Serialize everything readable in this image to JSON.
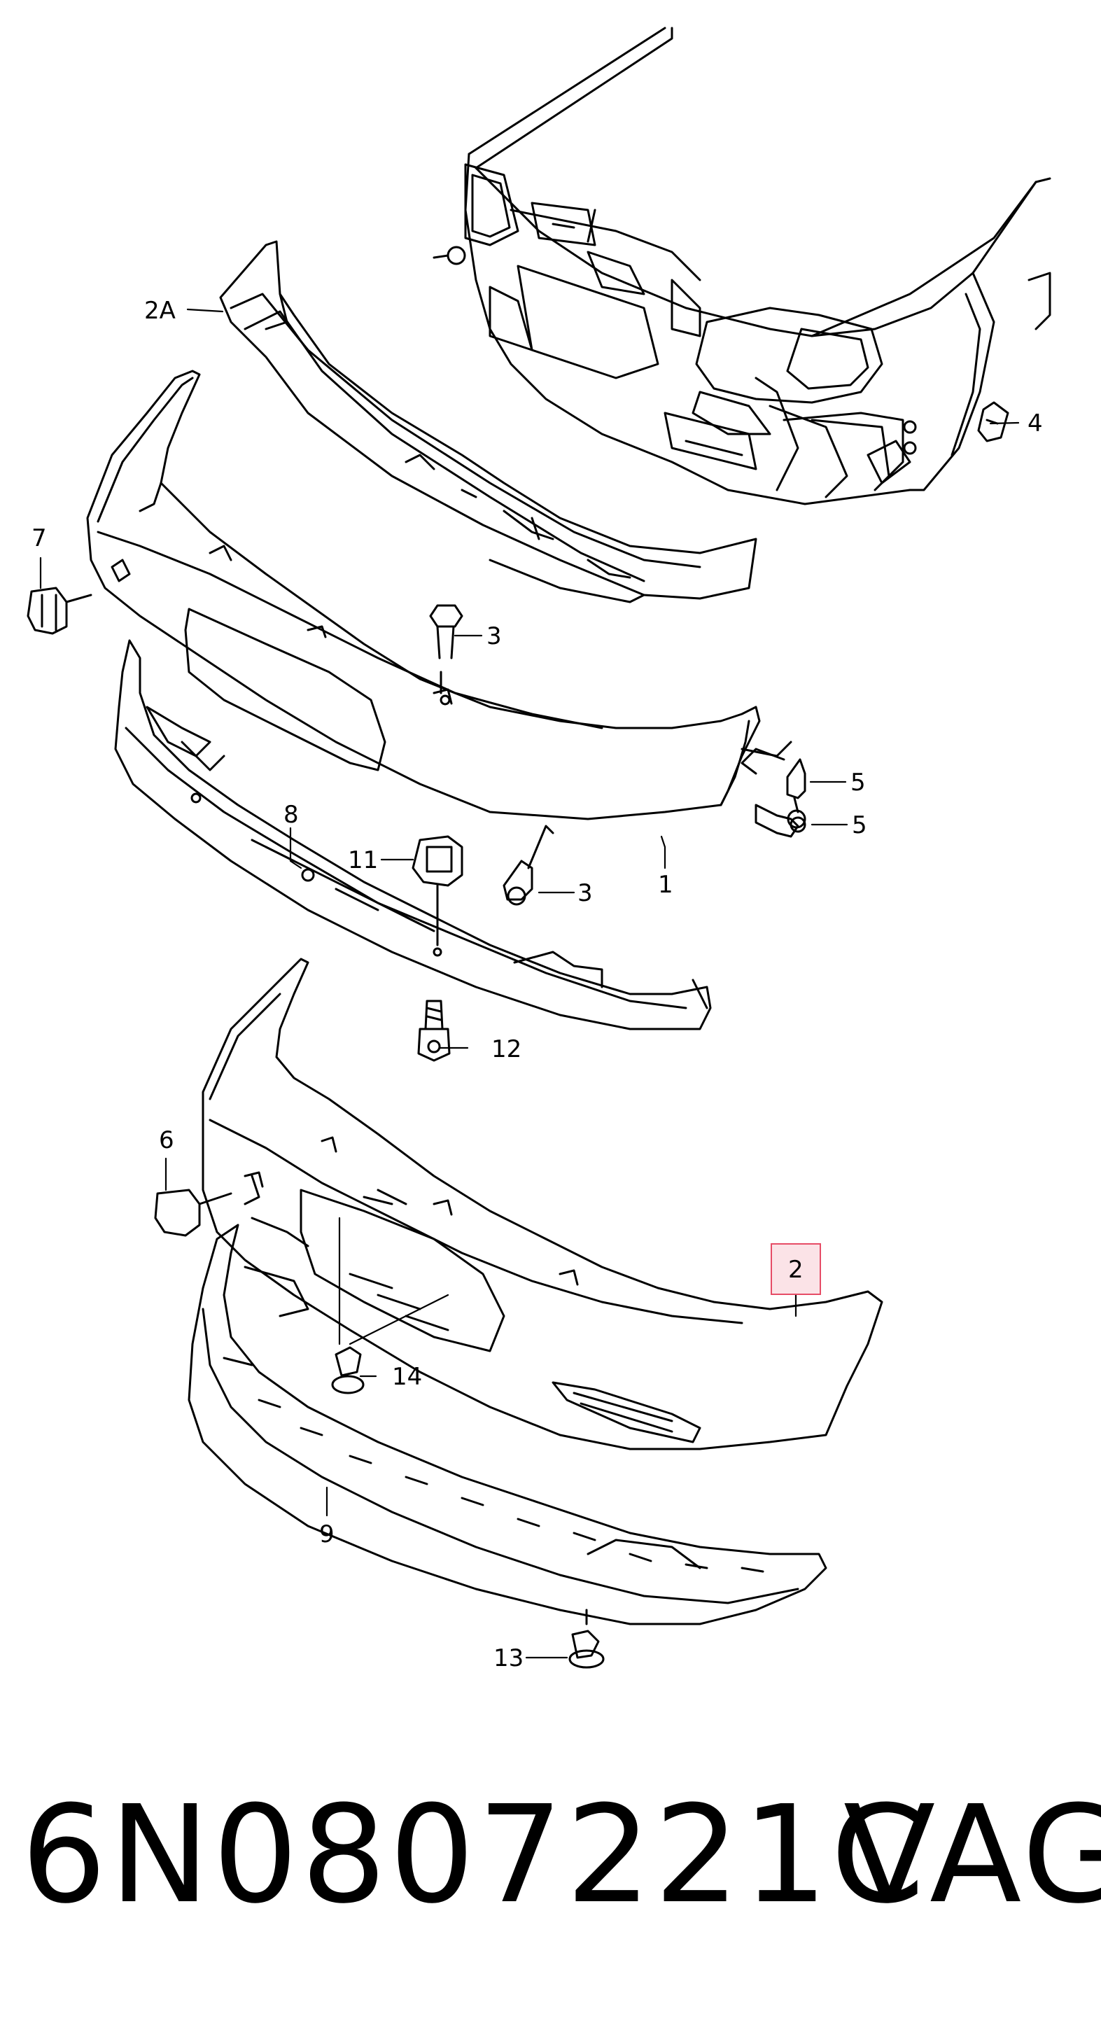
{
  "callouts": {
    "c2A": "2A",
    "c1": "1",
    "c2": "2",
    "c3a": "3",
    "c3b": "3",
    "c4": "4",
    "c5a": "5",
    "c5b": "5",
    "c6": "6",
    "c7": "7",
    "c8": "8",
    "c9": "9",
    "c11": "11",
    "c12": "12",
    "c13": "13",
    "c14": "14"
  },
  "highlight_color": "#e64c66",
  "highlight_fill": "#fbe3e7",
  "footer": {
    "part_number": "6N0807221C",
    "brand": "VAG"
  }
}
